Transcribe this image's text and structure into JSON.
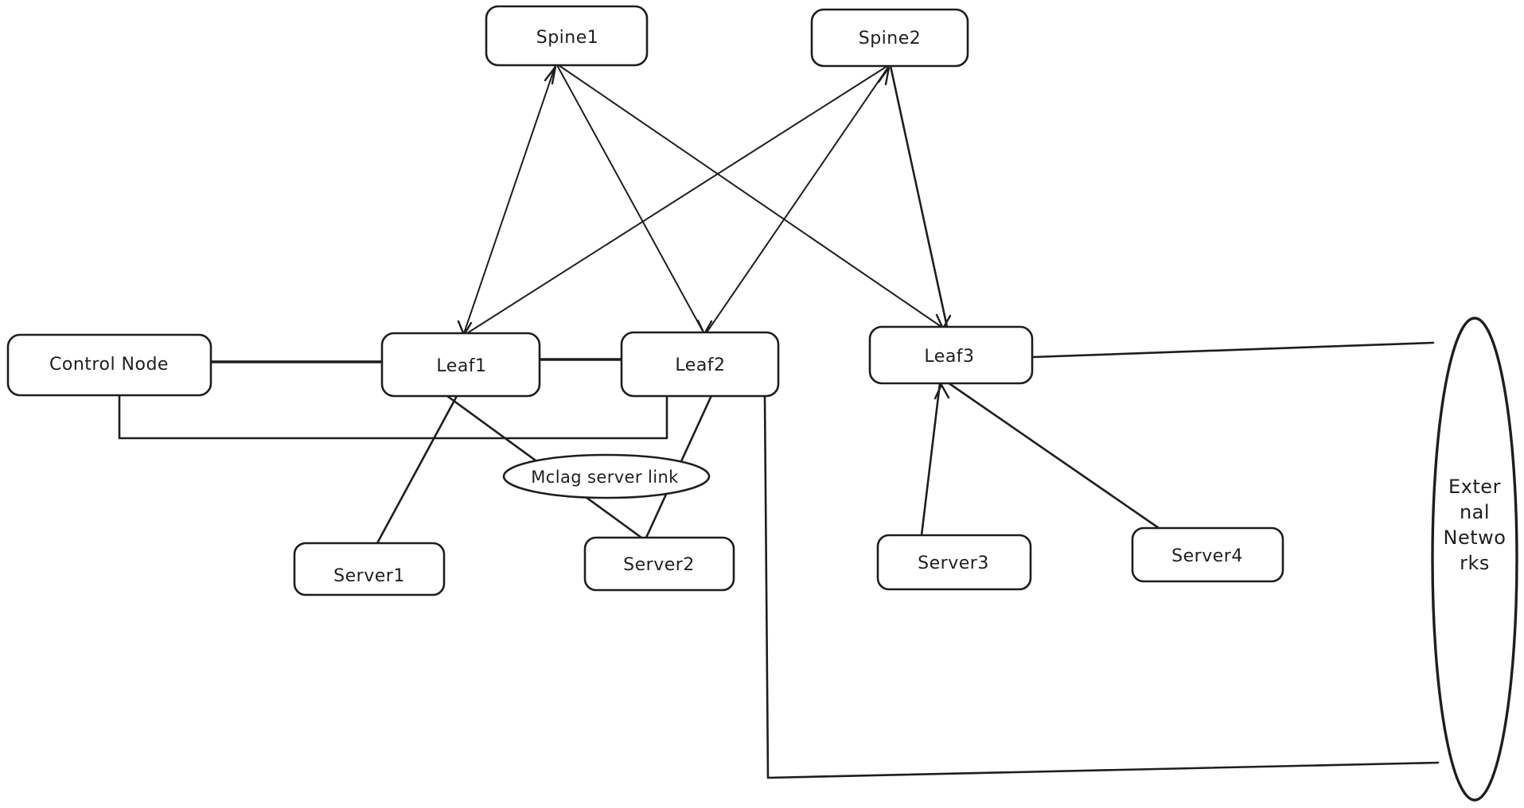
{
  "app": {
    "background_color": "#ffffff",
    "stroke_color": "#1e1e1e"
  },
  "diagram": {
    "type": "network-topology-sketch",
    "nodes": {
      "spine1": {
        "label": "Spine1",
        "shape": "rounded-rect"
      },
      "spine2": {
        "label": "Spine2",
        "shape": "rounded-rect"
      },
      "control_node": {
        "label": "Control Node",
        "shape": "rounded-rect"
      },
      "leaf1": {
        "label": "Leaf1",
        "shape": "rounded-rect"
      },
      "leaf2": {
        "label": "Leaf2",
        "shape": "rounded-rect"
      },
      "leaf3": {
        "label": "Leaf3",
        "shape": "rounded-rect"
      },
      "server1": {
        "label": "Server1",
        "shape": "rounded-rect"
      },
      "server2": {
        "label": "Server2",
        "shape": "rounded-rect"
      },
      "server3": {
        "label": "Server3",
        "shape": "rounded-rect"
      },
      "server4": {
        "label": "Server4",
        "shape": "rounded-rect"
      },
      "external_networks": {
        "label": "External Networks",
        "shape": "ellipse",
        "lines": [
          "Exter",
          "nal",
          "Netwo",
          "rks"
        ]
      }
    },
    "annotations": {
      "mclag": {
        "label": "Mclag server link",
        "shape": "ellipse"
      }
    },
    "edges": [
      {
        "from": "spine1",
        "to": "leaf1"
      },
      {
        "from": "spine1",
        "to": "leaf2"
      },
      {
        "from": "spine1",
        "to": "leaf3"
      },
      {
        "from": "spine2",
        "to": "leaf1"
      },
      {
        "from": "spine2",
        "to": "leaf2"
      },
      {
        "from": "spine2",
        "to": "leaf3"
      },
      {
        "from": "control_node",
        "to": "leaf1"
      },
      {
        "from": "control_node",
        "to": "leaf2"
      },
      {
        "from": "leaf1",
        "to": "leaf2"
      },
      {
        "from": "leaf1",
        "to": "server1"
      },
      {
        "from": "leaf1",
        "to": "server2"
      },
      {
        "from": "leaf2",
        "to": "server2"
      },
      {
        "from": "leaf2",
        "to": "external_networks"
      },
      {
        "from": "leaf3",
        "to": "external_networks"
      },
      {
        "from": "leaf3",
        "to": "server3"
      },
      {
        "from": "leaf3",
        "to": "server4"
      }
    ]
  }
}
